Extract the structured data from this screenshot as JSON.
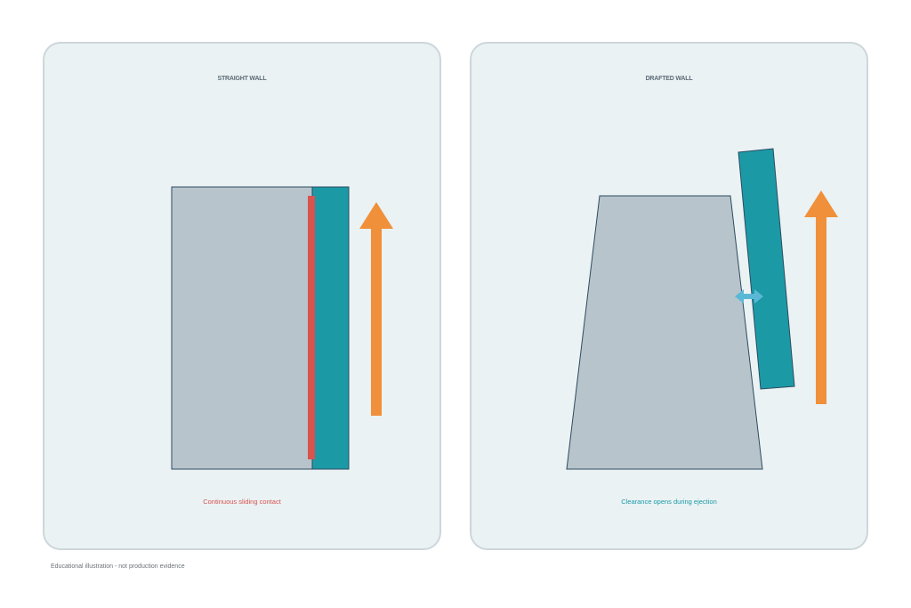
{
  "panels": [
    {
      "title": "STRAIGHT WALL",
      "caption": "Continuous sliding contact"
    },
    {
      "title": "DRAFTED WALL",
      "caption": "Clearance opens during ejection"
    }
  ],
  "footnote": "Educational illustration - not production evidence",
  "colors": {
    "part": "#b8c4cb",
    "mold_wall": "#1b9aa6",
    "ejection_arrow": "#f0903a",
    "contact_highlight": "#d9534f",
    "clearance_arrow": "#5ab8d6",
    "contact_caption": "#d9534f",
    "clearance_caption": "#1b9aa6",
    "outline": "#2d4a5f"
  }
}
